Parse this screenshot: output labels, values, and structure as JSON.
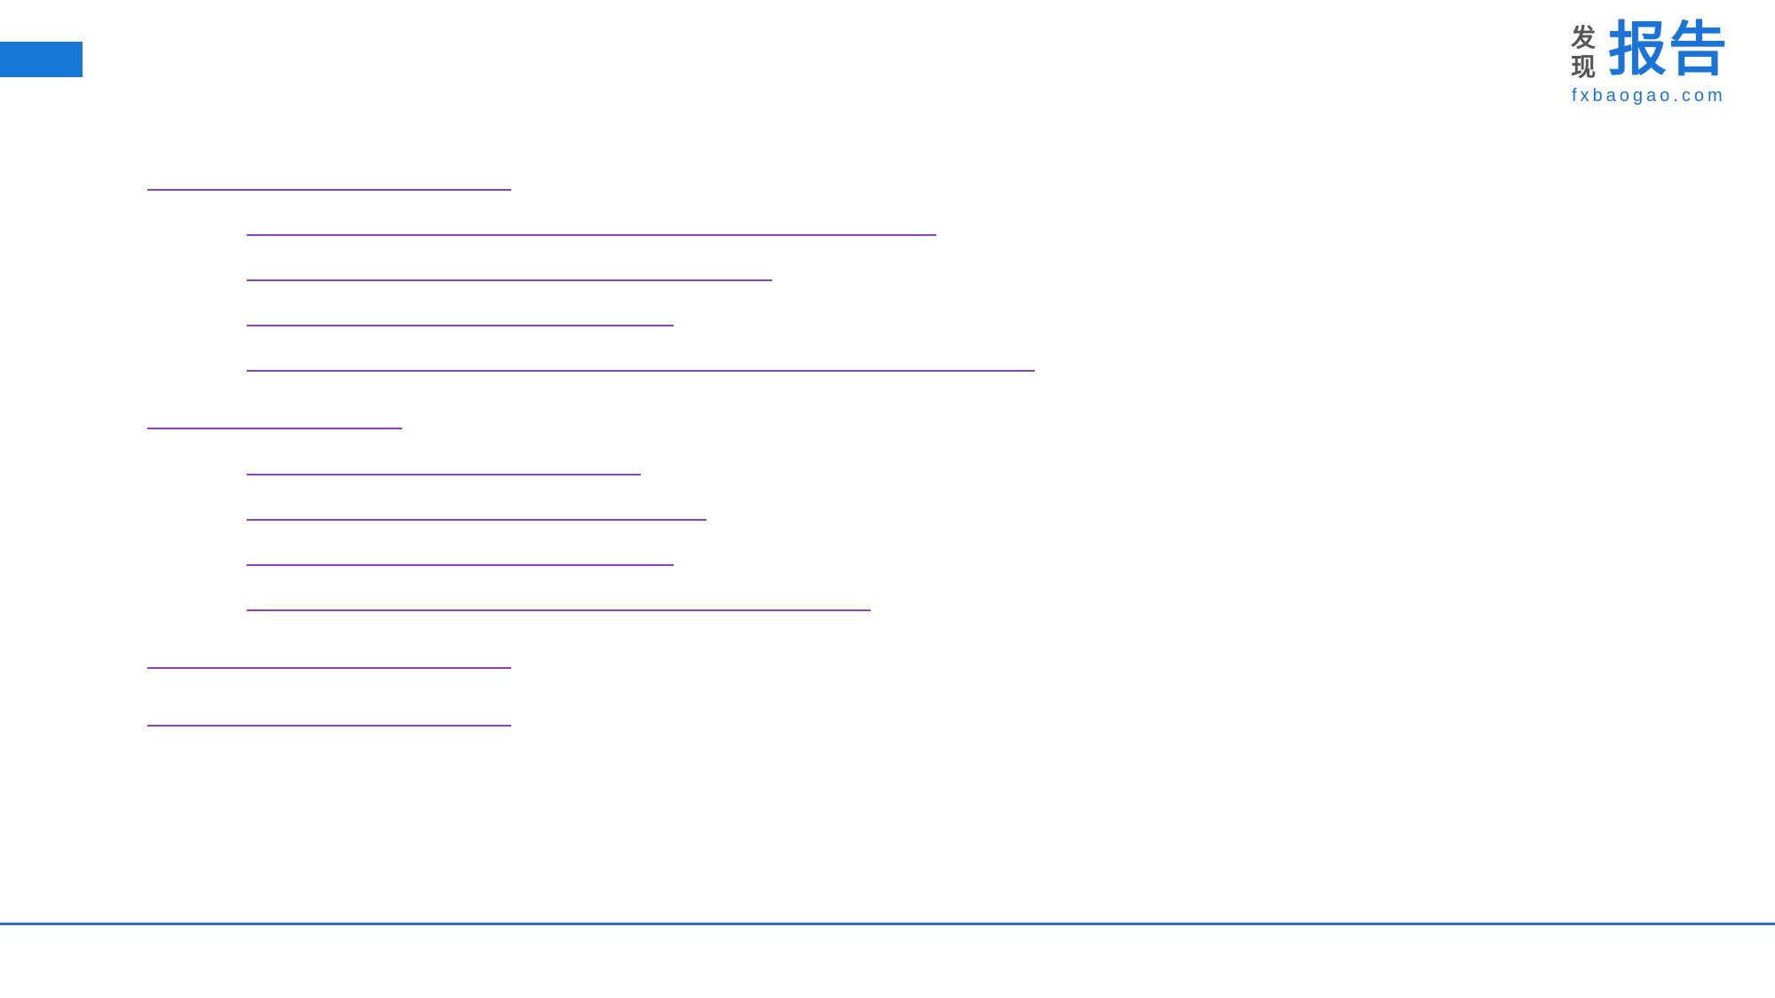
{
  "logo": {
    "small_top": "发",
    "small_bottom": "现",
    "main": "报告",
    "domain": "fxbaogao.com"
  },
  "colors": {
    "accent": "#1677d6",
    "logo_blue": "#1a73d6",
    "toc_link": "#8b3fbf",
    "bottom_rule": "#2f6fbd"
  },
  "toc": {
    "entries": [
      {
        "level": 1,
        "text": ""
      },
      {
        "level": 2,
        "text": ""
      },
      {
        "level": 2,
        "text": ""
      },
      {
        "level": 2,
        "text": ""
      },
      {
        "level": 2,
        "text": ""
      },
      {
        "level": 1,
        "text": ""
      },
      {
        "level": 2,
        "text": ""
      },
      {
        "level": 2,
        "text": ""
      },
      {
        "level": 2,
        "text": ""
      },
      {
        "level": 2,
        "text": ""
      },
      {
        "level": 1,
        "text": ""
      },
      {
        "level": 1,
        "text": ""
      }
    ]
  }
}
